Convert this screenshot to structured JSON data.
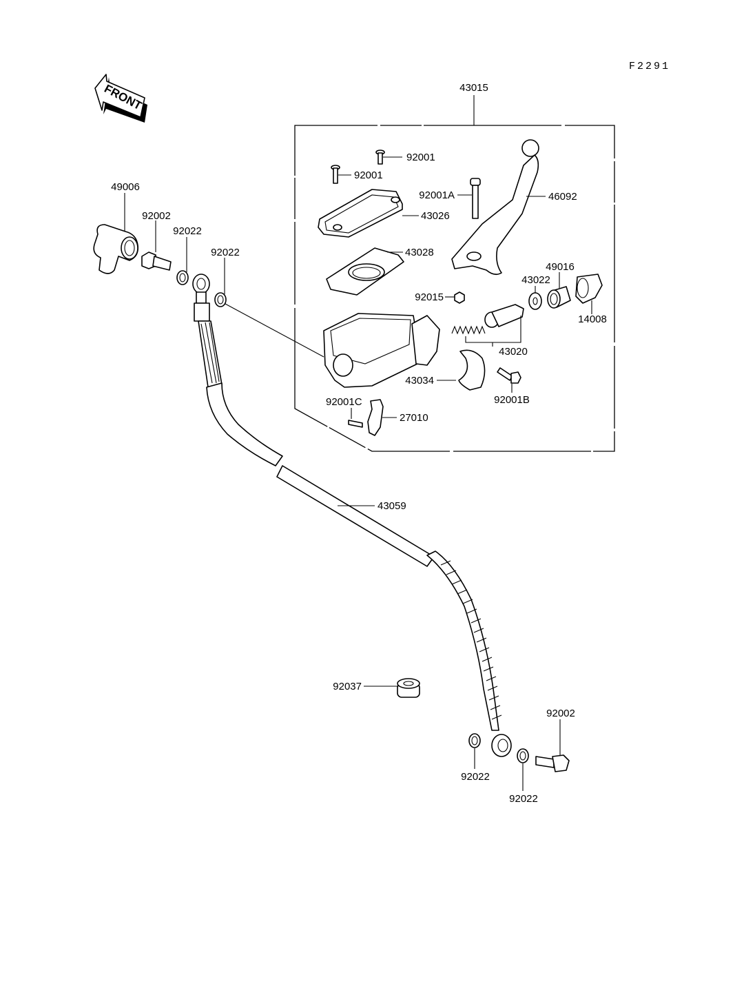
{
  "diagram": {
    "title": "Front Master Cylinder (Brake)",
    "reference_code": "F2291",
    "direction_indicator": "FRONT",
    "assembly_callout": "43015",
    "parts": {
      "p49006": "49006",
      "p92002_top": "92002",
      "p92022_top_a": "92022",
      "p92022_top_b": "92022",
      "p92001_a": "92001",
      "p92001_b": "92001",
      "p92001A": "92001A",
      "p46092": "46092",
      "p43026": "43026",
      "p43028": "43028",
      "p49016": "49016",
      "p43022": "43022",
      "p92015": "92015",
      "p14008": "14008",
      "p43020": "43020",
      "p43034": "43034",
      "p92001B": "92001B",
      "p92001C": "92001C",
      "p27010": "27010",
      "p43059": "43059",
      "p92037": "92037",
      "p92002_bottom": "92002",
      "p92022_bottom_a": "92022",
      "p92022_bottom_b": "92022"
    }
  }
}
